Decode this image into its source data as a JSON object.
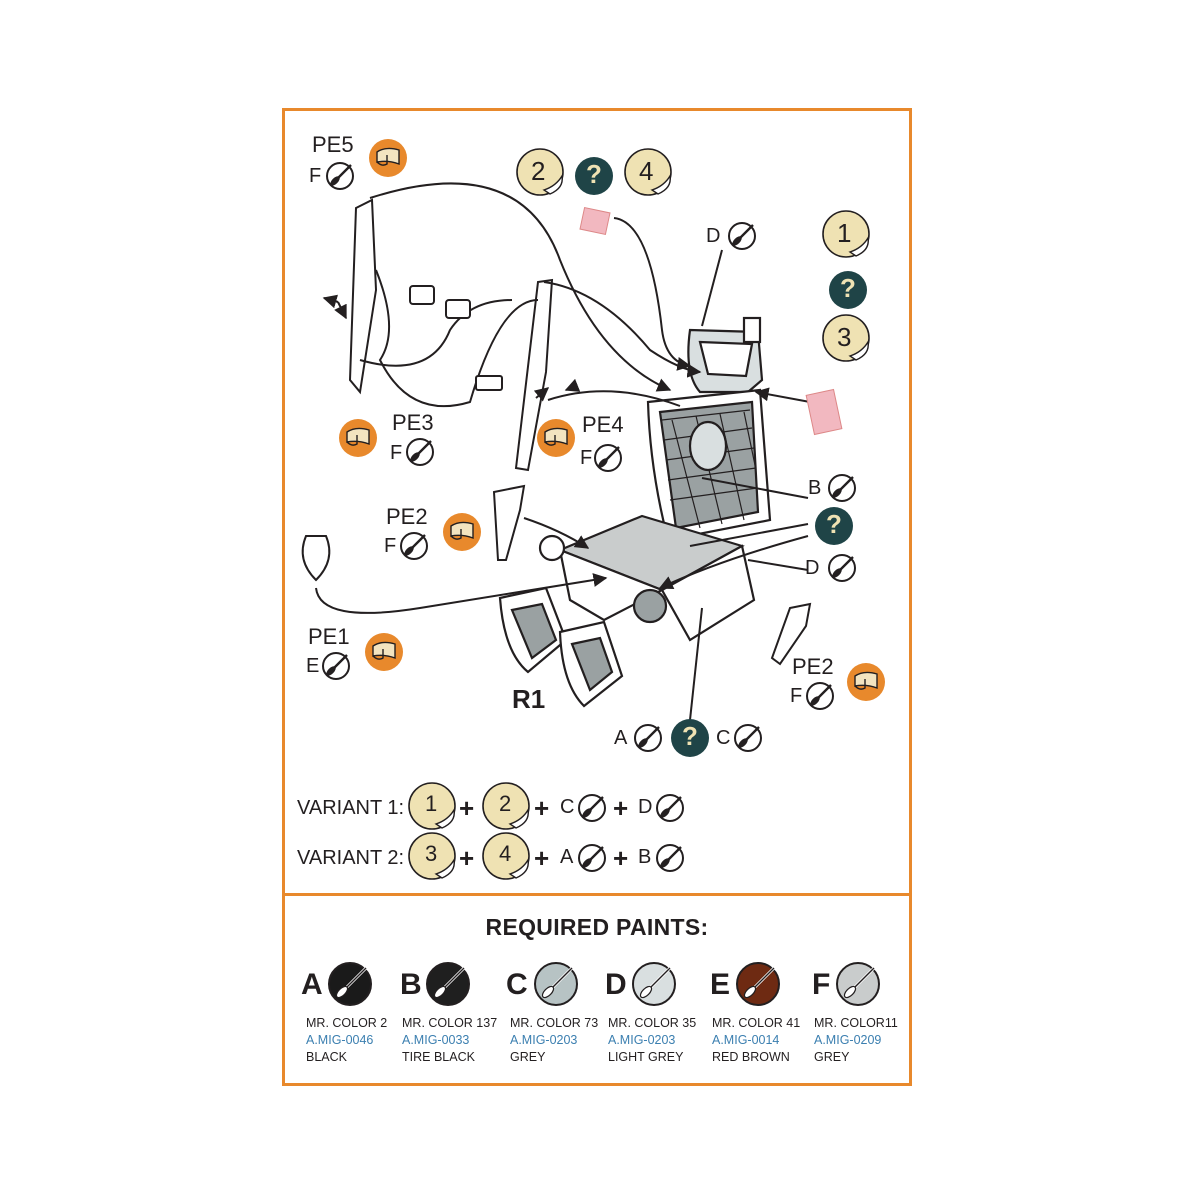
{
  "parts": {
    "pe5": "PE5",
    "pe3": "PE3",
    "pe4": "PE4",
    "pe2_left": "PE2",
    "pe1": "PE1",
    "pe2_right": "PE2",
    "r1": "R1"
  },
  "callouts": {
    "pe5_paint": "F",
    "pe3_paint": "F",
    "pe4_paint": "F",
    "pe2_left_paint": "F",
    "pe1_paint": "E",
    "pe2_right_paint": "F",
    "top_paint": "D",
    "back_paint": "B",
    "seat_paint": "D",
    "bottom_paint_left": "A",
    "bottom_paint_right": "C"
  },
  "decals": {
    "top_left": "2",
    "top_mid": "?",
    "top_right": "4",
    "right_1": "1",
    "right_q": "?",
    "right_3": "3",
    "seat_q": "?",
    "bottom_q": "?"
  },
  "variants": [
    {
      "label": "VARIANT 1:",
      "decal_a": "1",
      "decal_b": "2",
      "paint_a": "C",
      "paint_b": "D"
    },
    {
      "label": "VARIANT 2:",
      "decal_a": "3",
      "decal_b": "4",
      "paint_a": "A",
      "paint_b": "B"
    }
  ],
  "plus": "+",
  "required_paints_title": "REQUIRED PAINTS:",
  "paints": [
    {
      "letter": "A",
      "mr": "MR. COLOR 2",
      "mig": "A.MIG-0046",
      "name": "BLACK",
      "color": "#1a1a1a"
    },
    {
      "letter": "B",
      "mr": "MR. COLOR 137",
      "mig": "A.MIG-0033",
      "name": "TIRE BLACK",
      "color": "#1f1f1f"
    },
    {
      "letter": "C",
      "mr": "MR. COLOR 73",
      "mig": "A.MIG-0203",
      "name": "GREY",
      "color": "#b7c3c4"
    },
    {
      "letter": "D",
      "mr": "MR. COLOR 35",
      "mig": "A.MIG-0203",
      "name": "LIGHT GREY",
      "color": "#d9dfe0"
    },
    {
      "letter": "E",
      "mr": "MR. COLOR 41",
      "mig": "A.MIG-0014",
      "name": "RED BROWN",
      "color": "#6e2a12"
    },
    {
      "letter": "F",
      "mr": "MR. COLOR11",
      "mig": "A.MIG-0209",
      "name": "GREY",
      "color": "#c9cccc"
    }
  ],
  "colors": {
    "frame": "#e8892c",
    "decal_cream": "#efe2b3",
    "question": "#1f4447",
    "pe_orange": "#e8892c",
    "mig_blue": "#3b7fb0"
  }
}
